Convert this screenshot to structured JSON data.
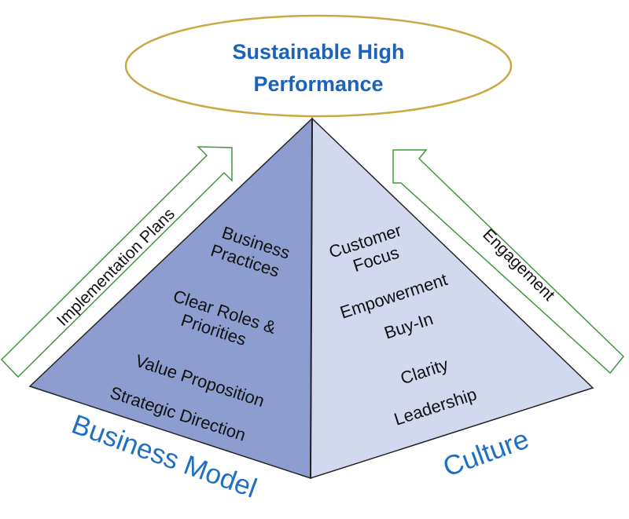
{
  "title": {
    "line1": "Sustainable High",
    "line2": "Performance"
  },
  "left_face": {
    "label": "Business Model",
    "items": [
      {
        "line1": "Business",
        "line2": "Practices"
      },
      {
        "line1": "Clear Roles &",
        "line2": "Priorities"
      },
      {
        "line1": "Value Proposition"
      },
      {
        "line1": "Strategic Direction"
      }
    ]
  },
  "right_face": {
    "label": "Culture",
    "items": [
      {
        "line1": "Customer",
        "line2": "Focus"
      },
      {
        "line1": "Empowerment"
      },
      {
        "line1": "Buy-In"
      },
      {
        "line1": "Clarity"
      },
      {
        "line1": "Leadership"
      }
    ]
  },
  "arrows": {
    "left": "Implementation Plans",
    "right": "Engagement"
  },
  "colors": {
    "left_face": "#8d9dcf",
    "right_face": "#d2d8ee",
    "arrow": "#3c9a3c",
    "ellipse_border": "#c9a845",
    "label_blue": "#1f6fc4"
  }
}
